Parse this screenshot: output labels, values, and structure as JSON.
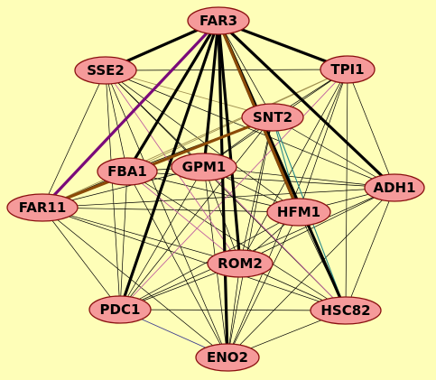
{
  "network": {
    "background_color": "#fefeb8",
    "node_fill_color": "#f59a9a",
    "node_border_color": "#8a1010",
    "edge_colors": {
      "thick": "#000000",
      "thin": "#000000",
      "purple": "#7a0a7a",
      "brown": "#8b4a08",
      "teal": "#2a8a8a",
      "olive": "#a09050",
      "pink": "#c060a0",
      "blue": "#404090"
    },
    "nodes": [
      {
        "id": "FAR3",
        "label": "FAR3"
      },
      {
        "id": "SSE2",
        "label": "SSE2"
      },
      {
        "id": "TPI1",
        "label": "TPI1"
      },
      {
        "id": "SNT2",
        "label": "SNT2"
      },
      {
        "id": "FBA1",
        "label": "FBA1"
      },
      {
        "id": "GPM1",
        "label": "GPM1"
      },
      {
        "id": "FAR11",
        "label": "FAR11"
      },
      {
        "id": "ADH1",
        "label": "ADH1"
      },
      {
        "id": "HFM1",
        "label": "HFM1"
      },
      {
        "id": "ROM2",
        "label": "ROM2"
      },
      {
        "id": "PDC1",
        "label": "PDC1"
      },
      {
        "id": "HSC82",
        "label": "HSC82"
      },
      {
        "id": "ENO2",
        "label": "ENO2"
      }
    ],
    "edges": [
      {
        "source": "FAR3",
        "target": "SSE2",
        "style": "thick"
      },
      {
        "source": "FAR3",
        "target": "TPI1",
        "style": "thick"
      },
      {
        "source": "FAR3",
        "target": "SNT2",
        "style": "thin"
      },
      {
        "source": "FAR3",
        "target": "FBA1",
        "style": "thick"
      },
      {
        "source": "FAR3",
        "target": "GPM1",
        "style": "thick"
      },
      {
        "source": "FAR3",
        "target": "FAR11",
        "style": "purple"
      },
      {
        "source": "FAR3",
        "target": "ADH1",
        "style": "thick"
      },
      {
        "source": "FAR3",
        "target": "HFM1",
        "style": "thick"
      },
      {
        "source": "FAR3",
        "target": "ROM2",
        "style": "thick"
      },
      {
        "source": "FAR3",
        "target": "PDC1",
        "style": "thick"
      },
      {
        "source": "FAR3",
        "target": "HSC82",
        "style": "thick"
      },
      {
        "source": "FAR3",
        "target": "ENO2",
        "style": "thick"
      },
      {
        "source": "FAR3",
        "target": "HFM1",
        "style": "brown"
      },
      {
        "source": "SSE2",
        "target": "TPI1",
        "style": "thin"
      },
      {
        "source": "SSE2",
        "target": "SNT2",
        "style": "olive"
      },
      {
        "source": "SSE2",
        "target": "FBA1",
        "style": "thin"
      },
      {
        "source": "SSE2",
        "target": "GPM1",
        "style": "thin"
      },
      {
        "source": "SSE2",
        "target": "FAR11",
        "style": "thin"
      },
      {
        "source": "SSE2",
        "target": "ADH1",
        "style": "thin"
      },
      {
        "source": "SSE2",
        "target": "HFM1",
        "style": "thin"
      },
      {
        "source": "SSE2",
        "target": "ROM2",
        "style": "pink"
      },
      {
        "source": "SSE2",
        "target": "PDC1",
        "style": "thin"
      },
      {
        "source": "SSE2",
        "target": "HSC82",
        "style": "thin"
      },
      {
        "source": "SSE2",
        "target": "ENO2",
        "style": "thin"
      },
      {
        "source": "TPI1",
        "target": "SNT2",
        "style": "thin"
      },
      {
        "source": "TPI1",
        "target": "FBA1",
        "style": "olive"
      },
      {
        "source": "TPI1",
        "target": "GPM1",
        "style": "thin"
      },
      {
        "source": "TPI1",
        "target": "FAR11",
        "style": "olive"
      },
      {
        "source": "TPI1",
        "target": "ADH1",
        "style": "thin"
      },
      {
        "source": "TPI1",
        "target": "HFM1",
        "style": "thin"
      },
      {
        "source": "TPI1",
        "target": "ROM2",
        "style": "thin"
      },
      {
        "source": "TPI1",
        "target": "PDC1",
        "style": "pink"
      },
      {
        "source": "TPI1",
        "target": "HSC82",
        "style": "thin"
      },
      {
        "source": "TPI1",
        "target": "ENO2",
        "style": "thin"
      },
      {
        "source": "SNT2",
        "target": "FBA1",
        "style": "thin"
      },
      {
        "source": "SNT2",
        "target": "GPM1",
        "style": "thin"
      },
      {
        "source": "SNT2",
        "target": "FAR11",
        "style": "brown"
      },
      {
        "source": "SNT2",
        "target": "ADH1",
        "style": "thin"
      },
      {
        "source": "SNT2",
        "target": "HFM1",
        "style": "teal"
      },
      {
        "source": "SNT2",
        "target": "ROM2",
        "style": "thin"
      },
      {
        "source": "SNT2",
        "target": "PDC1",
        "style": "thin"
      },
      {
        "source": "SNT2",
        "target": "HSC82",
        "style": "teal"
      },
      {
        "source": "SNT2",
        "target": "ENO2",
        "style": "thin"
      },
      {
        "source": "FBA1",
        "target": "GPM1",
        "style": "thin"
      },
      {
        "source": "FBA1",
        "target": "FAR11",
        "style": "thin"
      },
      {
        "source": "FBA1",
        "target": "ADH1",
        "style": "thin"
      },
      {
        "source": "FBA1",
        "target": "HFM1",
        "style": "thin"
      },
      {
        "source": "FBA1",
        "target": "ROM2",
        "style": "pink"
      },
      {
        "source": "FBA1",
        "target": "PDC1",
        "style": "thin"
      },
      {
        "source": "FBA1",
        "target": "HSC82",
        "style": "thin"
      },
      {
        "source": "FBA1",
        "target": "ENO2",
        "style": "thin"
      },
      {
        "source": "GPM1",
        "target": "FAR11",
        "style": "thin"
      },
      {
        "source": "GPM1",
        "target": "ADH1",
        "style": "thin"
      },
      {
        "source": "GPM1",
        "target": "HFM1",
        "style": "thin"
      },
      {
        "source": "GPM1",
        "target": "ROM2",
        "style": "thin"
      },
      {
        "source": "GPM1",
        "target": "PDC1",
        "style": "thin"
      },
      {
        "source": "GPM1",
        "target": "HSC82",
        "style": "pink"
      },
      {
        "source": "GPM1",
        "target": "ENO2",
        "style": "thin"
      },
      {
        "source": "FAR11",
        "target": "ADH1",
        "style": "thin"
      },
      {
        "source": "FAR11",
        "target": "HFM1",
        "style": "thin"
      },
      {
        "source": "FAR11",
        "target": "ROM2",
        "style": "thin"
      },
      {
        "source": "FAR11",
        "target": "PDC1",
        "style": "thin"
      },
      {
        "source": "FAR11",
        "target": "HSC82",
        "style": "thin"
      },
      {
        "source": "FAR11",
        "target": "ENO2",
        "style": "thin"
      },
      {
        "source": "ADH1",
        "target": "HFM1",
        "style": "thin"
      },
      {
        "source": "ADH1",
        "target": "ROM2",
        "style": "thin"
      },
      {
        "source": "ADH1",
        "target": "PDC1",
        "style": "thin"
      },
      {
        "source": "ADH1",
        "target": "HSC82",
        "style": "thin"
      },
      {
        "source": "ADH1",
        "target": "ENO2",
        "style": "thin"
      },
      {
        "source": "HFM1",
        "target": "ROM2",
        "style": "thin"
      },
      {
        "source": "HFM1",
        "target": "PDC1",
        "style": "thin"
      },
      {
        "source": "HFM1",
        "target": "HSC82",
        "style": "thin"
      },
      {
        "source": "HFM1",
        "target": "ENO2",
        "style": "thin"
      },
      {
        "source": "ROM2",
        "target": "PDC1",
        "style": "thin"
      },
      {
        "source": "ROM2",
        "target": "HSC82",
        "style": "thin"
      },
      {
        "source": "ROM2",
        "target": "ENO2",
        "style": "thin"
      },
      {
        "source": "PDC1",
        "target": "HSC82",
        "style": "thin"
      },
      {
        "source": "PDC1",
        "target": "ENO2",
        "style": "blue"
      },
      {
        "source": "HSC82",
        "target": "ENO2",
        "style": "thin"
      }
    ]
  }
}
